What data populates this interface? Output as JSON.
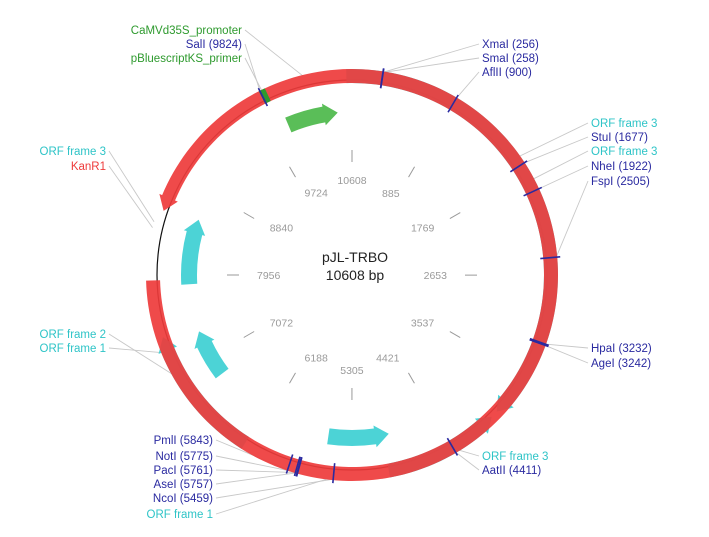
{
  "plasmid": {
    "name": "pJL-TRBO",
    "size_label": "10608 bp",
    "length": 10608
  },
  "colors": {
    "orf": "#3dcfd2",
    "orf_label": "#2ec4c7",
    "kan": "#ee3b3b",
    "promoter": "#4cb84a",
    "primer": "#2e9a2e",
    "site": "#2a2aa0",
    "tick": "#9a9a9a",
    "backbone": "#111111"
  },
  "ticks": [
    {
      "bp": 885,
      "label": "885"
    },
    {
      "bp": 1769,
      "label": "1769"
    },
    {
      "bp": 2653,
      "label": "2653"
    },
    {
      "bp": 3537,
      "label": "3537"
    },
    {
      "bp": 4421,
      "label": "4421"
    },
    {
      "bp": 5305,
      "label": "5305"
    },
    {
      "bp": 6188,
      "label": "6188"
    },
    {
      "bp": 7072,
      "label": "7072"
    },
    {
      "bp": 7956,
      "label": "7956"
    },
    {
      "bp": 8840,
      "label": "8840"
    },
    {
      "bp": 9724,
      "label": "9724"
    },
    {
      "bp": 10608,
      "label": "10608"
    }
  ],
  "features": [
    {
      "id": "orf-main",
      "type": "orf",
      "start": 10560,
      "end": 3930,
      "dir": 1,
      "track": "outer"
    },
    {
      "id": "orf-aatll",
      "type": "orf",
      "start": 3990,
      "end": 4990,
      "dir": -1,
      "track": "outer"
    },
    {
      "id": "orf-mid",
      "type": "orf",
      "start": 4920,
      "end": 5550,
      "dir": -1,
      "track": "inner"
    },
    {
      "id": "orf-left-outer",
      "type": "orf",
      "start": 6260,
      "end": 7420,
      "dir": 1,
      "track": "outer"
    },
    {
      "id": "orf-left-inner",
      "type": "orf",
      "start": 6860,
      "end": 7360,
      "dir": 1,
      "track": "inner"
    },
    {
      "id": "orf-upper-inner",
      "type": "orf",
      "start": 7860,
      "end": 8540,
      "dir": 1,
      "track": "inner"
    },
    {
      "id": "kanr1",
      "type": "kan",
      "start": 8510,
      "end": 7910,
      "dir": -1,
      "track": "outer"
    },
    {
      "id": "promoter",
      "type": "promoter",
      "start": 9930,
      "end": 10460,
      "dir": 1,
      "track": "inner"
    },
    {
      "id": "primer",
      "type": "primer",
      "start": 9815,
      "end": 9870,
      "dir": 1,
      "track": "outer"
    }
  ],
  "sites": [
    {
      "name": "XmaI",
      "pos": 256,
      "label": "XmaI (256)"
    },
    {
      "name": "SmaI",
      "pos": 258,
      "label": "SmaI (258)"
    },
    {
      "name": "AflII",
      "pos": 900,
      "label": "AflII (900)"
    },
    {
      "name": "StuI",
      "pos": 1677,
      "label": "StuI (1677)"
    },
    {
      "name": "NheI",
      "pos": 1922,
      "label": "NheI (1922)"
    },
    {
      "name": "FspI",
      "pos": 2505,
      "label": "FspI (2505)"
    },
    {
      "name": "HpaI",
      "pos": 3232,
      "label": "HpaI (3232)"
    },
    {
      "name": "AgeI",
      "pos": 3242,
      "label": "AgeI (3242)"
    },
    {
      "name": "AatII",
      "pos": 4411,
      "label": "AatII (4411)"
    },
    {
      "name": "NcoI",
      "pos": 5459,
      "label": "NcoI (5459)"
    },
    {
      "name": "AseI",
      "pos": 5757,
      "label": "AseI (5757)"
    },
    {
      "name": "PacI",
      "pos": 5761,
      "label": "PacI (5761)"
    },
    {
      "name": "NotI",
      "pos": 5775,
      "label": "NotI (5775)"
    },
    {
      "name": "PmlI",
      "pos": 5843,
      "label": "PmlI (5843)"
    },
    {
      "name": "SalI",
      "pos": 9824,
      "label": "SalI (9824)"
    }
  ],
  "labels": [
    {
      "text": "CaMVd35S_promoter",
      "kind": "promoter",
      "pos": 10200
    },
    {
      "text": "SalI (9824)",
      "kind": "site",
      "pos": 9824
    },
    {
      "text": "pBluescriptKS_primer",
      "kind": "primer",
      "pos": 9840
    },
    {
      "text": "XmaI (256)",
      "kind": "site",
      "pos": 256
    },
    {
      "text": "SmaI (258)",
      "kind": "site",
      "pos": 258
    },
    {
      "text": "AflII (900)",
      "kind": "site",
      "pos": 900
    },
    {
      "text": "ORF frame 3",
      "kind": "orf",
      "pos": 1610
    },
    {
      "text": "StuI (1677)",
      "kind": "site",
      "pos": 1677
    },
    {
      "text": "ORF frame 3",
      "kind": "orf",
      "pos": 1830
    },
    {
      "text": "NheI (1922)",
      "kind": "site",
      "pos": 1922
    },
    {
      "text": "FspI (2505)",
      "kind": "site",
      "pos": 2505
    },
    {
      "text": "HpaI (3232)",
      "kind": "site",
      "pos": 3232
    },
    {
      "text": "AgeI (3242)",
      "kind": "site",
      "pos": 3242
    },
    {
      "text": "ORF frame 3",
      "kind": "orf",
      "pos": 4380
    },
    {
      "text": "AatII (4411)",
      "kind": "site",
      "pos": 4411
    },
    {
      "text": "PmlI (5843)",
      "kind": "site",
      "pos": 5843
    },
    {
      "text": "NotI (5775)",
      "kind": "site",
      "pos": 5775
    },
    {
      "text": "PacI (5761)",
      "kind": "site",
      "pos": 5761
    },
    {
      "text": "AseI (5757)",
      "kind": "site",
      "pos": 5757
    },
    {
      "text": "NcoI (5459)",
      "kind": "site",
      "pos": 5459
    },
    {
      "text": "ORF frame 1",
      "kind": "orf",
      "pos": 5500
    },
    {
      "text": "ORF frame 2",
      "kind": "orf",
      "pos": 7100
    },
    {
      "text": "ORF frame 1",
      "kind": "orf",
      "pos": 7300
    },
    {
      "text": "ORF frame 3",
      "kind": "orf",
      "pos": 8400
    },
    {
      "text": "KanR1",
      "kind": "kan",
      "pos": 8350
    }
  ]
}
